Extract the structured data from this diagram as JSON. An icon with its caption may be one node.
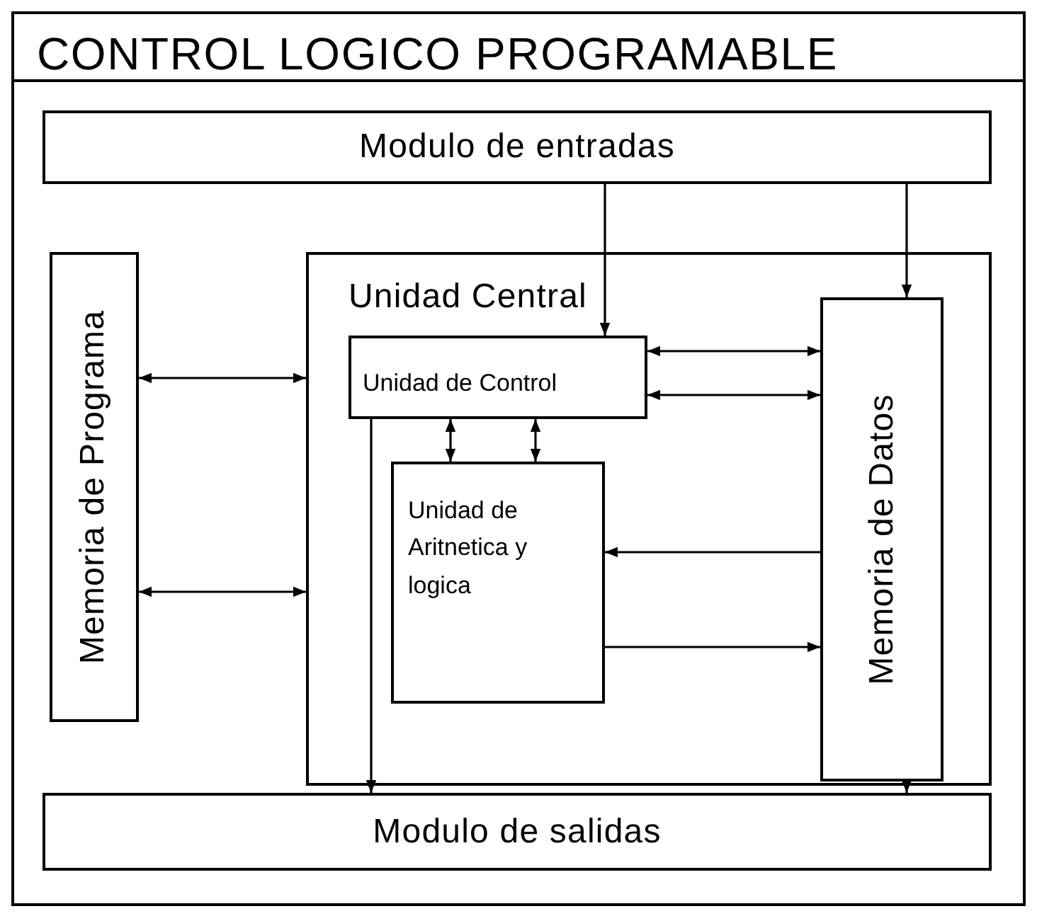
{
  "diagram": {
    "title": "CONTROL LOGICO PROGRAMABLE",
    "nodes": [
      {
        "text": [
          "Modulo de entradas"
        ]
      },
      {
        "text": [
          "Memoria de Programa"
        ]
      },
      {
        "text": [
          "Unidad Central"
        ]
      },
      {
        "text": [
          "Unidad de Control"
        ],
        "in": 2
      },
      {
        "text": [
          "Unidad de Aritnetica y logica"
        ],
        "in": 2
      },
      {
        "text": [
          "Memoria de Datos"
        ],
        "in": 2
      },
      {
        "text": [
          "Modulo de salidas"
        ]
      }
    ],
    "edges": [
      {
        "from": 0,
        "to": 3,
        "arrow": "to"
      },
      {
        "from": 0,
        "to": 5,
        "arrow": "to"
      },
      {
        "from": 1,
        "to": 2,
        "arrow": "both"
      },
      {
        "from": 1,
        "to": 2,
        "arrow": "both"
      },
      {
        "from": 3,
        "to": 5,
        "arrow": "both"
      },
      {
        "from": 3,
        "to": 5,
        "arrow": "both"
      },
      {
        "from": 3,
        "to": 4,
        "arrow": "both"
      },
      {
        "from": 3,
        "to": 4,
        "arrow": "both"
      },
      {
        "from": 5,
        "to": 4,
        "arrow": "to"
      },
      {
        "from": 4,
        "to": 5,
        "arrow": "to"
      },
      {
        "from": 3,
        "to": 6,
        "arrow": "to"
      },
      {
        "from": 5,
        "to": 6,
        "arrow": "to"
      }
    ]
  }
}
